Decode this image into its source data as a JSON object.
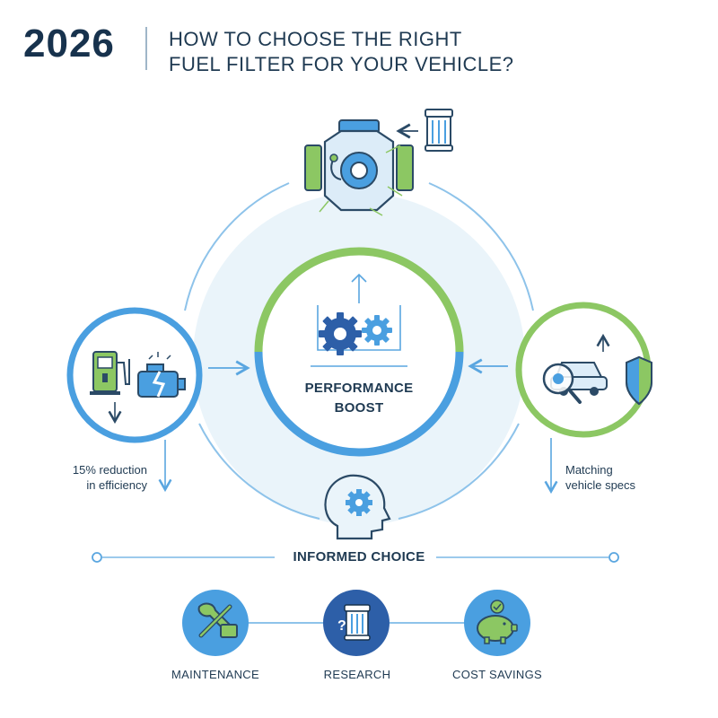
{
  "header": {
    "year": "2026",
    "title_line1": "HOW TO CHOOSE THE RIGHT",
    "title_line2": "FUEL FILTER FOR YOUR VEHICLE?"
  },
  "center": {
    "line1": "PERFORMANCE",
    "line2": "BOOST"
  },
  "left_node": {
    "note_line1": "15% reduction",
    "note_line2": "in efficiency"
  },
  "right_node": {
    "note_line1": "Matching",
    "note_line2": "vehicle specs"
  },
  "timeline": {
    "label": "INFORMED CHOICE"
  },
  "bottom": {
    "items": [
      {
        "label": "MAINTENANCE"
      },
      {
        "label": "RESEARCH"
      },
      {
        "label": "COST SAVINGS"
      }
    ]
  },
  "icons": {
    "engine": "engine-icon",
    "filter": "fuel-filter-icon",
    "gears": "gears-icon",
    "pump": "fuel-pump-icon",
    "broken_engine": "broken-engine-icon",
    "car_search": "car-search-icon",
    "shield": "shield-icon",
    "head": "head-gear-icon",
    "wrench": "wrench-icon",
    "piggy": "piggy-bank-icon"
  },
  "colors": {
    "dark_navy": "#17324d",
    "blue": "#4a9fe0",
    "light_blue": "#8ec3ea",
    "green": "#8cc763",
    "pale_circle": "#eaf4fa",
    "dark_blue_circle": "#2d5fa8"
  }
}
